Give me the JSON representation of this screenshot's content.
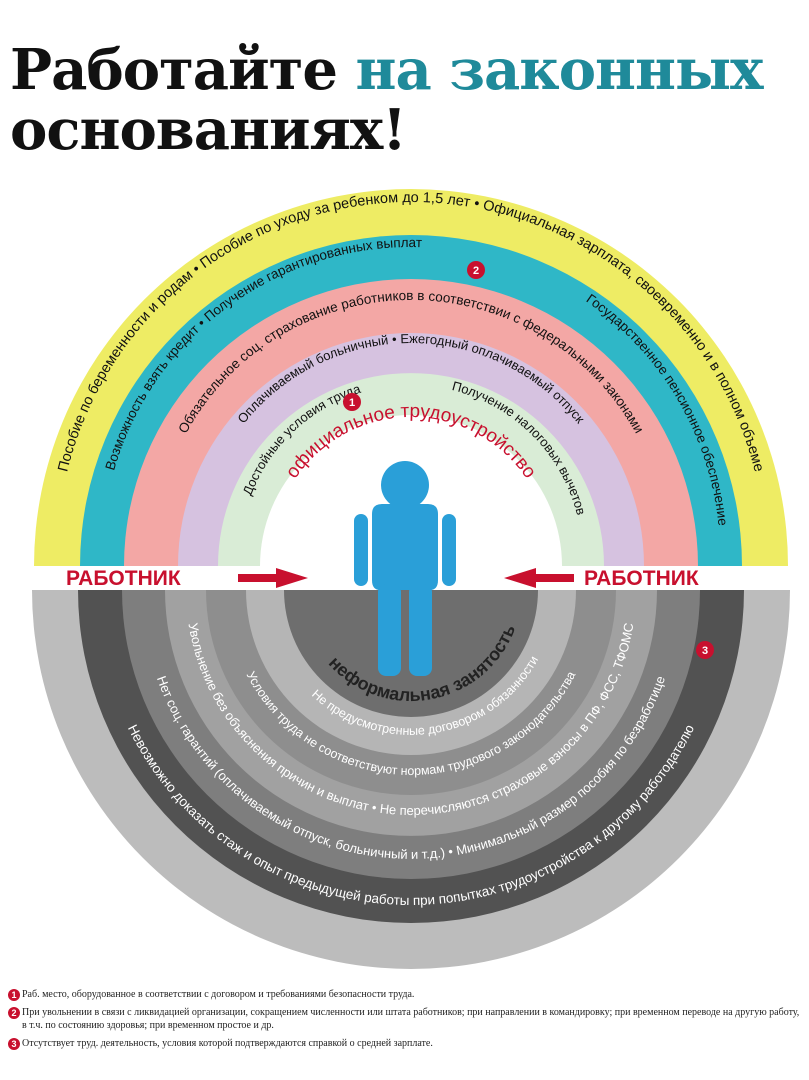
{
  "title": {
    "line1_plain": "Работайте ",
    "line1_accent": "на законных",
    "line2": "основаниях!"
  },
  "colors": {
    "yellow": "#eeec64",
    "teal": "#2fb7c7",
    "pink": "#f3a7a5",
    "lavender": "#d6c2e0",
    "mint": "#d9ecd6",
    "red": "#c8102e",
    "figure": "#2a9fd8",
    "accent_title": "#1f8a9a"
  },
  "upper": {
    "yellow_line1": "Пособие по беременности и родам • Пособие по уходу за ребенком до 1,5 лет • Официальная зарплата, своевременно и в полном объеме",
    "teal_line1": "Возможность взять кредит • Получение гарантированных выплат",
    "teal_line2": "Государственное пенсионное обеспечение",
    "pink_line1": "Обязательное соц. страхование работников в соответствии с федеральными законами",
    "lavender_line1": "Оплачиваемый больничный • Ежегодный оплачиваемый отпуск",
    "mint_line1": "Достойные условия труда",
    "mint_line2": "Получение налоговых вычетов",
    "center_label": "официальное трудоустройство"
  },
  "worker_left": "РАБОТНИК",
  "worker_right": "РАБОТНИК",
  "lower": {
    "center_label": "неформальная занятость",
    "ring1": "Не предусмотренные договором обязанности",
    "ring2": "Условия труда не соответствуют нормам трудового законодательства",
    "ring3": "Увольнение без объяснения причин и выплат • Не перечисляются страховые взносы в ПФ, ФСС, ТФОМС",
    "ring4": "Нет соц. гарантий (оплачиваемый отпуск, больничный и т.д.) • Минимальный размер пособия по безработице",
    "ring5": "Невозможно доказать стаж и опыт предыдущей работы при попытках трудоустройства к другому работодателю"
  },
  "badges": {
    "b1": "1",
    "b2": "2",
    "b3": "3"
  },
  "notes": [
    {
      "num": "1",
      "text": "Раб. место, оборудованное в соответствии с договором и требованиями безопасности труда."
    },
    {
      "num": "2",
      "text": "При увольнении в связи с ликвидацией организации, сокращением численности или штата работников; при направлении в командировку; при временном переводе на другую работу, в т.ч. по состоянию здоровья; при временном простое и др."
    },
    {
      "num": "3",
      "text": "Отсутствует труд. деятельность, условия которой подтверждаются справкой о средней зарплате."
    }
  ]
}
